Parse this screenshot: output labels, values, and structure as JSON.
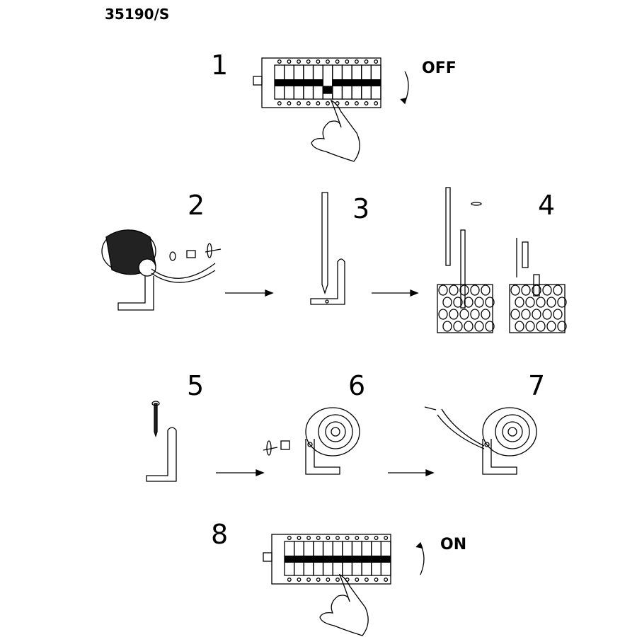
{
  "header": {
    "product_code": "35190/S"
  },
  "steps": [
    {
      "number": "1",
      "state_label": "OFF"
    },
    {
      "number": "2"
    },
    {
      "number": "3"
    },
    {
      "number": "4"
    },
    {
      "number": "5"
    },
    {
      "number": "6"
    },
    {
      "number": "7"
    },
    {
      "number": "8",
      "state_label": "ON"
    }
  ],
  "colors": {
    "ink": "#000000",
    "background": "#ffffff"
  }
}
